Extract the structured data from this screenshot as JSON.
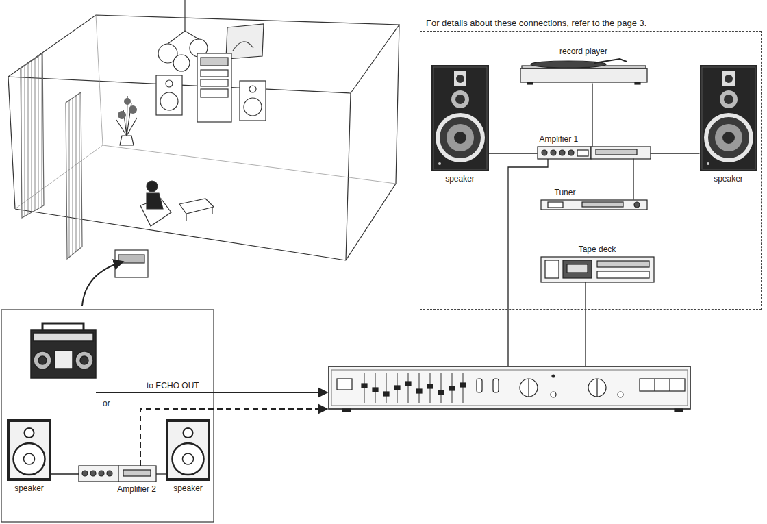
{
  "diagram": {
    "nodes": [
      {
        "text": [
          "For details about these connections, refer to the page 3."
        ]
      },
      {
        "text": [
          "record player"
        ],
        "in": 0
      },
      {
        "text": [
          "speaker"
        ],
        "in": 0
      },
      {
        "text": [
          "Amplifier 1"
        ],
        "in": 0
      },
      {
        "text": [
          "speaker"
        ],
        "in": 0
      },
      {
        "text": [
          "Tuner"
        ],
        "in": 0
      },
      {
        "text": [
          "Tape deck"
        ],
        "in": 0
      },
      {
        "text": [
          "speaker"
        ]
      },
      {
        "text": [
          "Amplifier 2"
        ]
      },
      {
        "text": [
          "speaker"
        ]
      }
    ],
    "edges": [
      {
        "from": 2,
        "to": 3,
        "arrow": "none"
      },
      {
        "from": 3,
        "to": 4,
        "arrow": "none"
      },
      {
        "from": 1,
        "to": 3,
        "arrow": "none"
      },
      {
        "from": 5,
        "to": 3,
        "arrow": "none"
      },
      {
        "from": 7,
        "to": 8,
        "arrow": "none"
      },
      {
        "from": 8,
        "to": 9,
        "arrow": "none"
      }
    ],
    "labels": [
      "to ECHO OUT",
      "or"
    ]
  }
}
